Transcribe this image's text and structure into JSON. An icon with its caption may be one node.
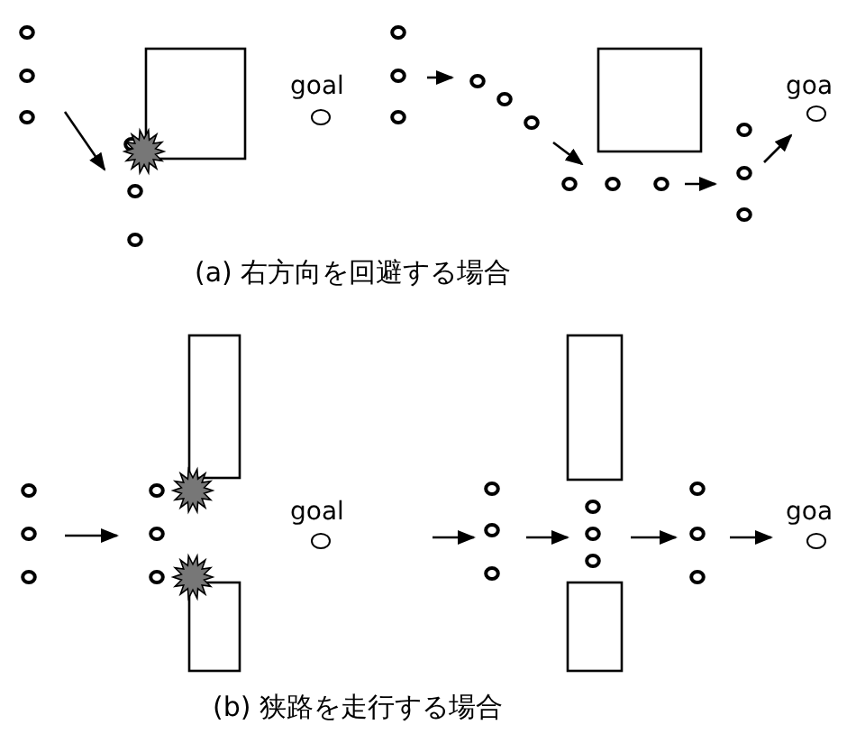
{
  "diagram": {
    "labels": [
      "goal",
      "goa",
      "(a) 右方向を回避する場合",
      "goal",
      "goa",
      "(b) 狭路を走行する場合"
    ]
  }
}
